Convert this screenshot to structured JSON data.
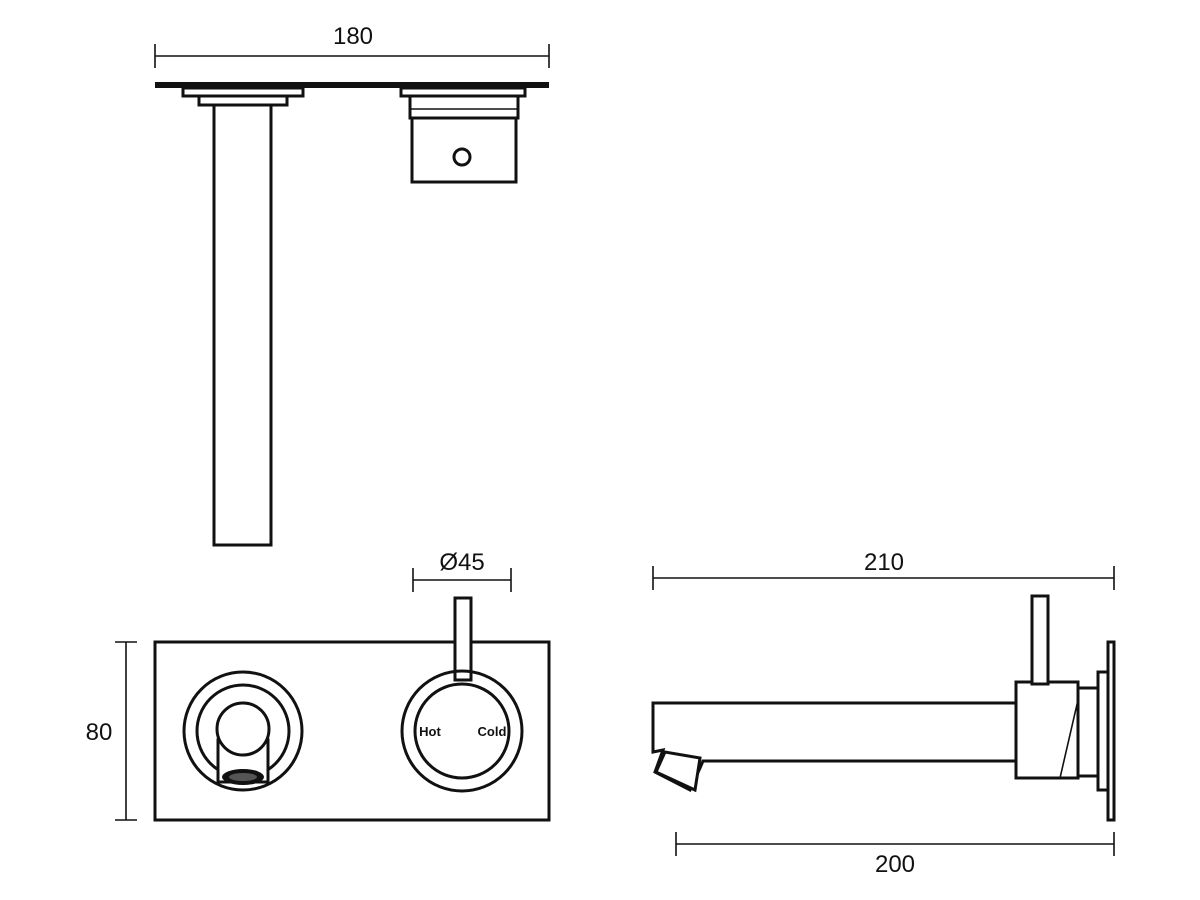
{
  "dimensions": {
    "top_width": "180",
    "lever_diameter": "Ø45",
    "plate_height": "80",
    "projection_total": "210",
    "spout_projection": "200"
  },
  "lever_labels": {
    "hot": "Hot",
    "cold": "Cold"
  }
}
